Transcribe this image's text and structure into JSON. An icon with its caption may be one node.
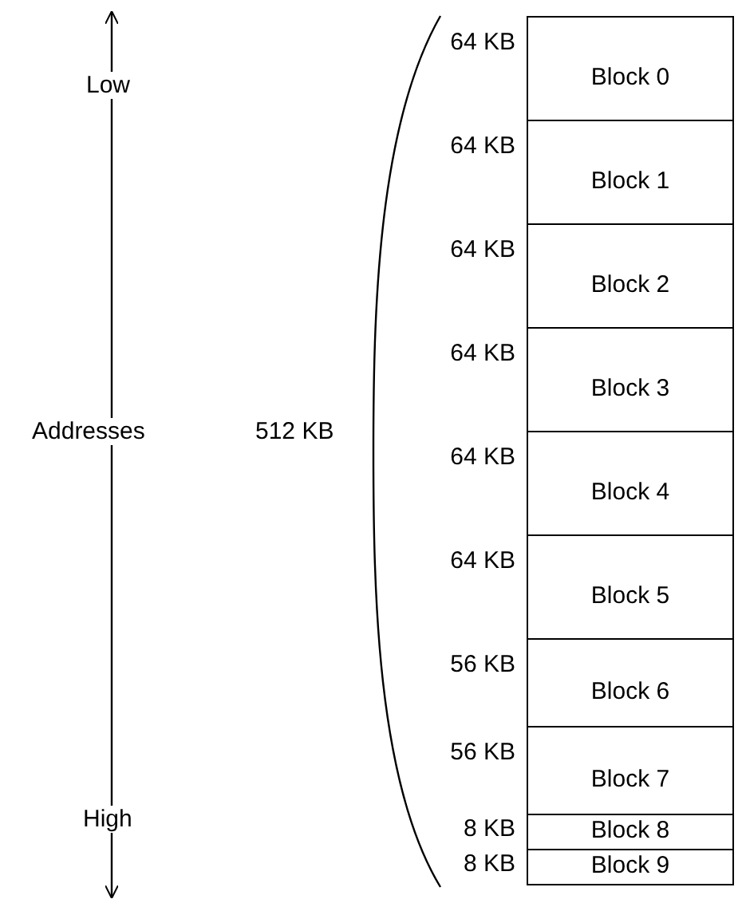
{
  "diagram": {
    "nodes": [
      {
        "text": [
          "Block 0"
        ],
        "beside": [
          "64 KB"
        ]
      },
      {
        "text": [
          "Block 1"
        ],
        "beside": [
          "64 KB"
        ]
      },
      {
        "text": [
          "Block 2"
        ],
        "beside": [
          "64 KB"
        ]
      },
      {
        "text": [
          "Block 3"
        ],
        "beside": [
          "64 KB"
        ]
      },
      {
        "text": [
          "Block 4"
        ],
        "beside": [
          "64 KB"
        ]
      },
      {
        "text": [
          "Block 5"
        ],
        "beside": [
          "64 KB"
        ]
      },
      {
        "text": [
          "Block 6"
        ],
        "beside": [
          "56 KB"
        ]
      },
      {
        "text": [
          "Block 7"
        ],
        "beside": [
          "56 KB"
        ]
      },
      {
        "text": [
          "Block 8"
        ],
        "beside": [
          "8 KB"
        ]
      },
      {
        "text": [
          "Block 9"
        ],
        "beside": [
          "8 KB"
        ]
      }
    ],
    "labels": [
      "Low",
      "Addresses",
      "512 KB",
      "High"
    ]
  }
}
